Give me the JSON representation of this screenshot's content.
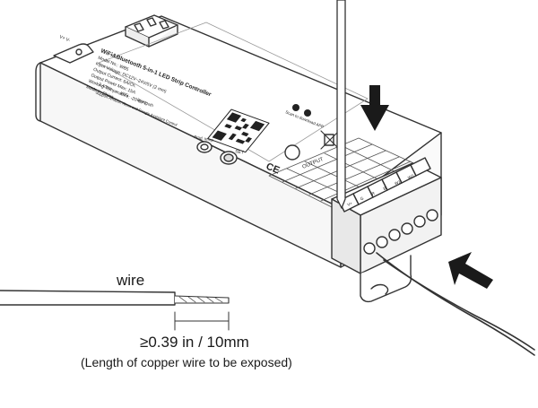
{
  "device": {
    "title": "WiFi&Bluetooth 5-in-1 LED Strip Controller",
    "model": "Model No.: WB5",
    "input_voltage": "Input Voltage: DC12V~24V/5V (2 mm)",
    "output_current": "Output Current: 6A/Ch.",
    "output_power": "Output Power Max: 15A",
    "working_temp": "Working Temperature: -20-60°C",
    "made_in": "Made in China",
    "plus_minus": "V+  V-",
    "scan_text": "Scan to download APP",
    "prod_temp": "Prod. temp",
    "set_label": "SET",
    "ce_mark": "CE",
    "output_header": "OUTPUT",
    "terminal_labels": [
      "V+",
      "G",
      "R",
      "B",
      "W1",
      "W2"
    ],
    "compat": [
      "2.4GHz",
      "WiFi",
      "Bluetooth"
    ],
    "support": "Support Amazon Alexa and Google Assistant Control"
  },
  "annotation": {
    "wire_label": "wire",
    "measure_label": "≥0.39 in / 10mm",
    "note": "(Length of copper wire to be exposed)"
  },
  "arrows": [
    "down-arrow",
    "left-arrow"
  ]
}
